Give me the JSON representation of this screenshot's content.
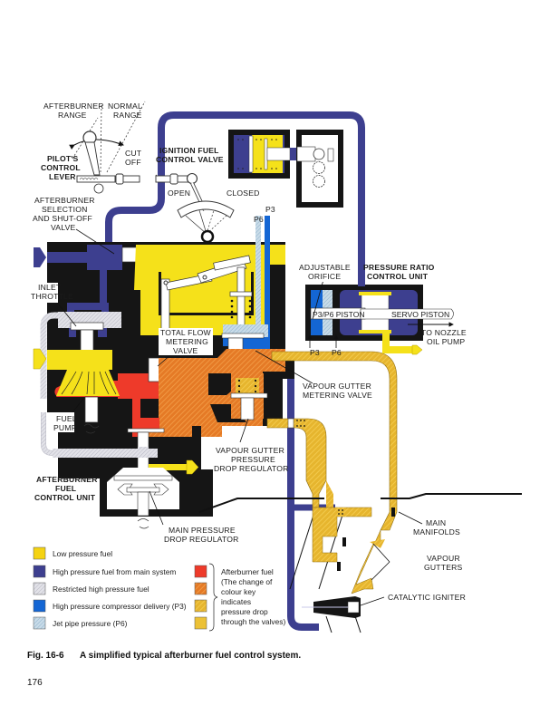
{
  "colors": {
    "low_pressure_fuel": "#f5d312",
    "high_pressure_main": "#3d3f8f",
    "restricted_hp": "#dcdce4",
    "compressor_p3": "#1466d4",
    "jet_pipe_p6": "#b9cfe0",
    "ab_red": "#ee3a2a",
    "ab_orange": "#e98a2a",
    "ab_orange_yellow": "#e8b532",
    "ab_yellow": "#ecc136",
    "housing": "#151515"
  },
  "labels": {
    "afterburner_range": [
      "AFTERBURNER",
      "RANGE"
    ],
    "normal_range": [
      "NORMAL",
      "RANGE"
    ],
    "pilots_control_lever": [
      "PILOT'S",
      "CONTROL",
      "LEVER"
    ],
    "cut_off": [
      "CUT",
      "OFF"
    ],
    "ignition_fuel_control_valve": [
      "IGNITION FUEL",
      "CONTROL VALVE"
    ],
    "open": "OPEN",
    "closed": "CLOSED",
    "ab_selection_shutoff": [
      "AFTERBURNER",
      "SELECTION",
      "AND SHUT-OFF",
      "VALVE"
    ],
    "p3": "P3",
    "p6": "P6",
    "adjustable_orifice": [
      "ADJUSTABLE",
      "ORIFICE"
    ],
    "pressure_ratio_control_unit": [
      "PRESSURE RATIO",
      "CONTROL UNIT"
    ],
    "p3_p6_piston": "P3/P6 PISTON",
    "servo_piston": "SERVO PISTON",
    "to_nozzle_oil_pump": [
      "TO NOZZLE",
      "OIL PUMP"
    ],
    "inlet_throttle": [
      "INLET",
      "THROTTLE"
    ],
    "total_flow_metering_valve": [
      "TOTAL FLOW",
      "METERING",
      "VALVE"
    ],
    "vapour_gutter_metering_valve": [
      "VAPOUR GUTTER",
      "METERING VALVE"
    ],
    "fuel_pump": [
      "FUEL",
      "PUMP"
    ],
    "vapour_gutter_pressure_drop_regulator": [
      "VAPOUR GUTTER",
      "PRESSURE",
      "DROP REGULATOR"
    ],
    "afterburner_fuel_control_unit": [
      "AFTERBURNER",
      "FUEL",
      "CONTROL UNIT"
    ],
    "main_pressure_drop_regulator": [
      "MAIN PRESSURE",
      "DROP REGULATOR"
    ],
    "main_manifolds": [
      "MAIN",
      "MANIFOLDS"
    ],
    "vapour_gutters": [
      "VAPOUR",
      "GUTTERS"
    ],
    "catalytic_igniter": "CATALYTIC IGNITER"
  },
  "legend": {
    "items": [
      {
        "label": "Low pressure fuel",
        "color_key": "low_pressure_fuel"
      },
      {
        "label": "High pressure fuel from main system",
        "color_key": "high_pressure_main"
      },
      {
        "label": "Restricted high pressure fuel",
        "color_key": "restricted_hp"
      },
      {
        "label": "High pressure compressor delivery (P3)",
        "color_key": "compressor_p3"
      },
      {
        "label": "Jet pipe pressure (P6)",
        "color_key": "jet_pipe_p6"
      }
    ],
    "afterburner_fuel_swatches": [
      "ab_red",
      "ab_orange",
      "ab_orange_yellow",
      "ab_yellow"
    ],
    "afterburner_note": [
      "Afterburner fuel",
      "(The change of",
      "colour key",
      "indicates",
      "pressure drop",
      "through the valves)"
    ]
  },
  "caption": {
    "figure_number": "Fig. 16-6",
    "title": "A simplified typical afterburner fuel control system."
  },
  "page_number": "176"
}
